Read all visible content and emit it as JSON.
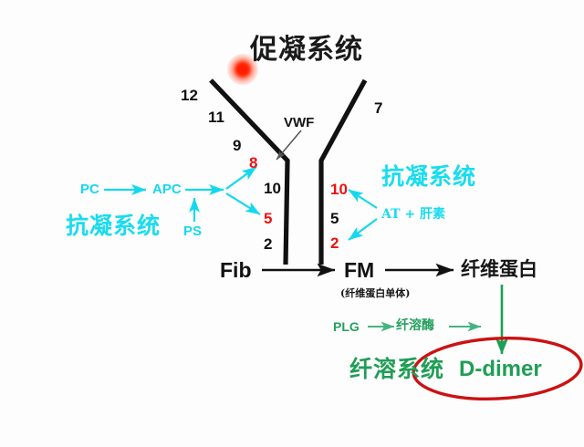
{
  "diagram": {
    "title": "促凝系统",
    "vwf_label": "VWF",
    "intrinsic_factors": [
      "12",
      "11",
      "9",
      "8",
      "10",
      "5",
      "2"
    ],
    "extrinsic_factors": [
      "7",
      "10",
      "5",
      "2"
    ],
    "anticoag_left": {
      "system_label": "抗凝系统",
      "pc": "PC",
      "apc": "APC",
      "ps": "PS"
    },
    "anticoag_right": {
      "system_label": "抗凝系统",
      "at_heparin": "AT + 肝素"
    },
    "coagulation_chain": {
      "fib": "Fib",
      "fm": "FM",
      "fm_note": "(纤维蛋白单体)",
      "fibrin": "纤维蛋白"
    },
    "fibrinolysis": {
      "system_label": "纤溶系统",
      "plg": "PLG",
      "plasmin": "纤溶酶",
      "d_dimer": "D-dimer"
    },
    "colors": {
      "red_factor": "#ee1111",
      "cyan": "#18dcf0",
      "green": "#1f9e55",
      "ellipse_red": "#cc1111",
      "black": "#111111",
      "dot_red": "#ff1a00"
    }
  }
}
